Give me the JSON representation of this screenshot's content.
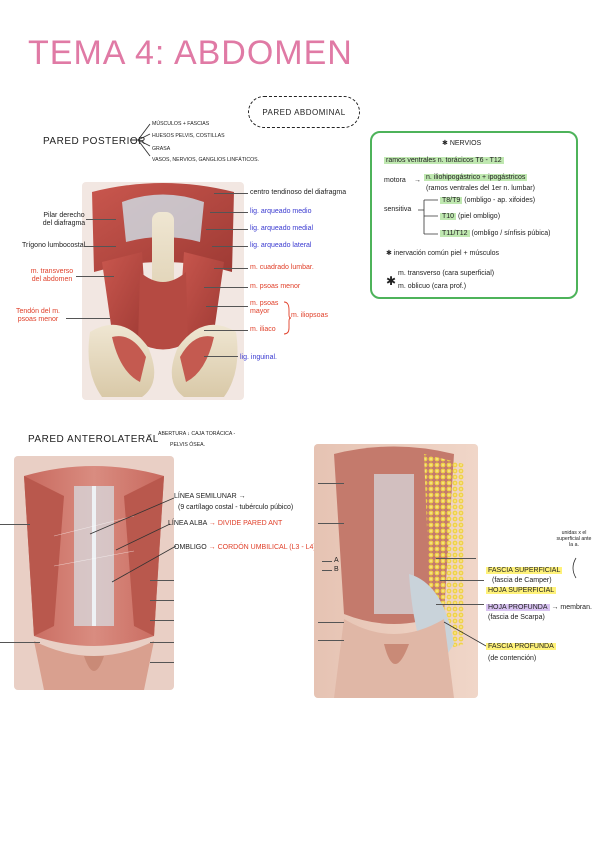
{
  "title": "TEMA 4: ABDOMEN",
  "pared_abdominal": "PARED ABDOMINAL",
  "posterior": {
    "heading": "PARED POSTERIOR",
    "contents": [
      "MÚSCULOS + FASCIAS",
      "HUESOS PELVIS, COSTILLAS",
      "GRASA",
      "VASOS, NERVIOS, GANGLIOS LINFÁTICOS."
    ],
    "left_labels": [
      "Pilar derecho del diafragma",
      "Trígono lumbocostal",
      "m. transverso del abdomen",
      "Tendón del m. psoas menor"
    ],
    "right_labels": [
      "centro tendinoso del diafragma",
      "lig. arqueado medio",
      "lig. arqueado medial",
      "lig. arqueado lateral",
      "m. cuadrado lumbar.",
      "m. psoas menor",
      "m. psoas mayor",
      "m. iliaco",
      "m. iliopsoas",
      "lig. inguinal."
    ]
  },
  "nervios": {
    "heading": "NERVIOS",
    "ramos": "ramos ventrales n. torácicos T6 - T12",
    "motora_label": "motora",
    "motora_1": "n. iliohipogástrico + ipogástricos",
    "motora_2": "(ramos ventrales del 1er n. lumbar)",
    "sensitiva_label": "sensitiva",
    "t8": "T8/T9",
    "t8_note": "(ombligo - ap. xifoides)",
    "t10": "T10",
    "t10_note": "(piel ombligo)",
    "t11": "T11/T12",
    "t11_note": "(ombligo / sínfisis púbica)",
    "inervacion": "inervación común piel + músculos",
    "transverso": "m. transverso (cara superficial)",
    "oblicuo": "m. oblicuo (cara prof.)"
  },
  "anterolateral": {
    "heading": "PARED ANTEROLATERAL",
    "note_1": "ABERTURA ↓ CAJA TORÁCICA -",
    "note_2": "PELVIS ÓSEA.",
    "linea_semilunar": "LÍNEA SEMILUNAR",
    "linea_semilunar_note": "(9 cartílago costal - tubérculo púbico)",
    "linea_alba": "LÍNEA ALBA",
    "linea_alba_note": "DIVIDE PARED ANT",
    "ombligo": "OMBLIGO",
    "ombligo_note": "CORDÓN UMBILICAL (L3 - L4)",
    "marker_a": "A",
    "marker_b": "B",
    "fascia_superficial": "FASCIA SUPERFICIAL",
    "fascia_camper": "(fascia de Camper)",
    "hoja_superficial": "HOJA SUPERFICIAL",
    "hoja_profunda": "HOJA PROFUNDA",
    "hoja_profunda_note": "membran.",
    "fascia_scarpa": "(fascia de Scarpa)",
    "unidas_note": "unidas x el superficial ante la a.",
    "fascia_profunda": "FASCIA PROFUNDA",
    "fascia_contencion": "(de contención)"
  }
}
